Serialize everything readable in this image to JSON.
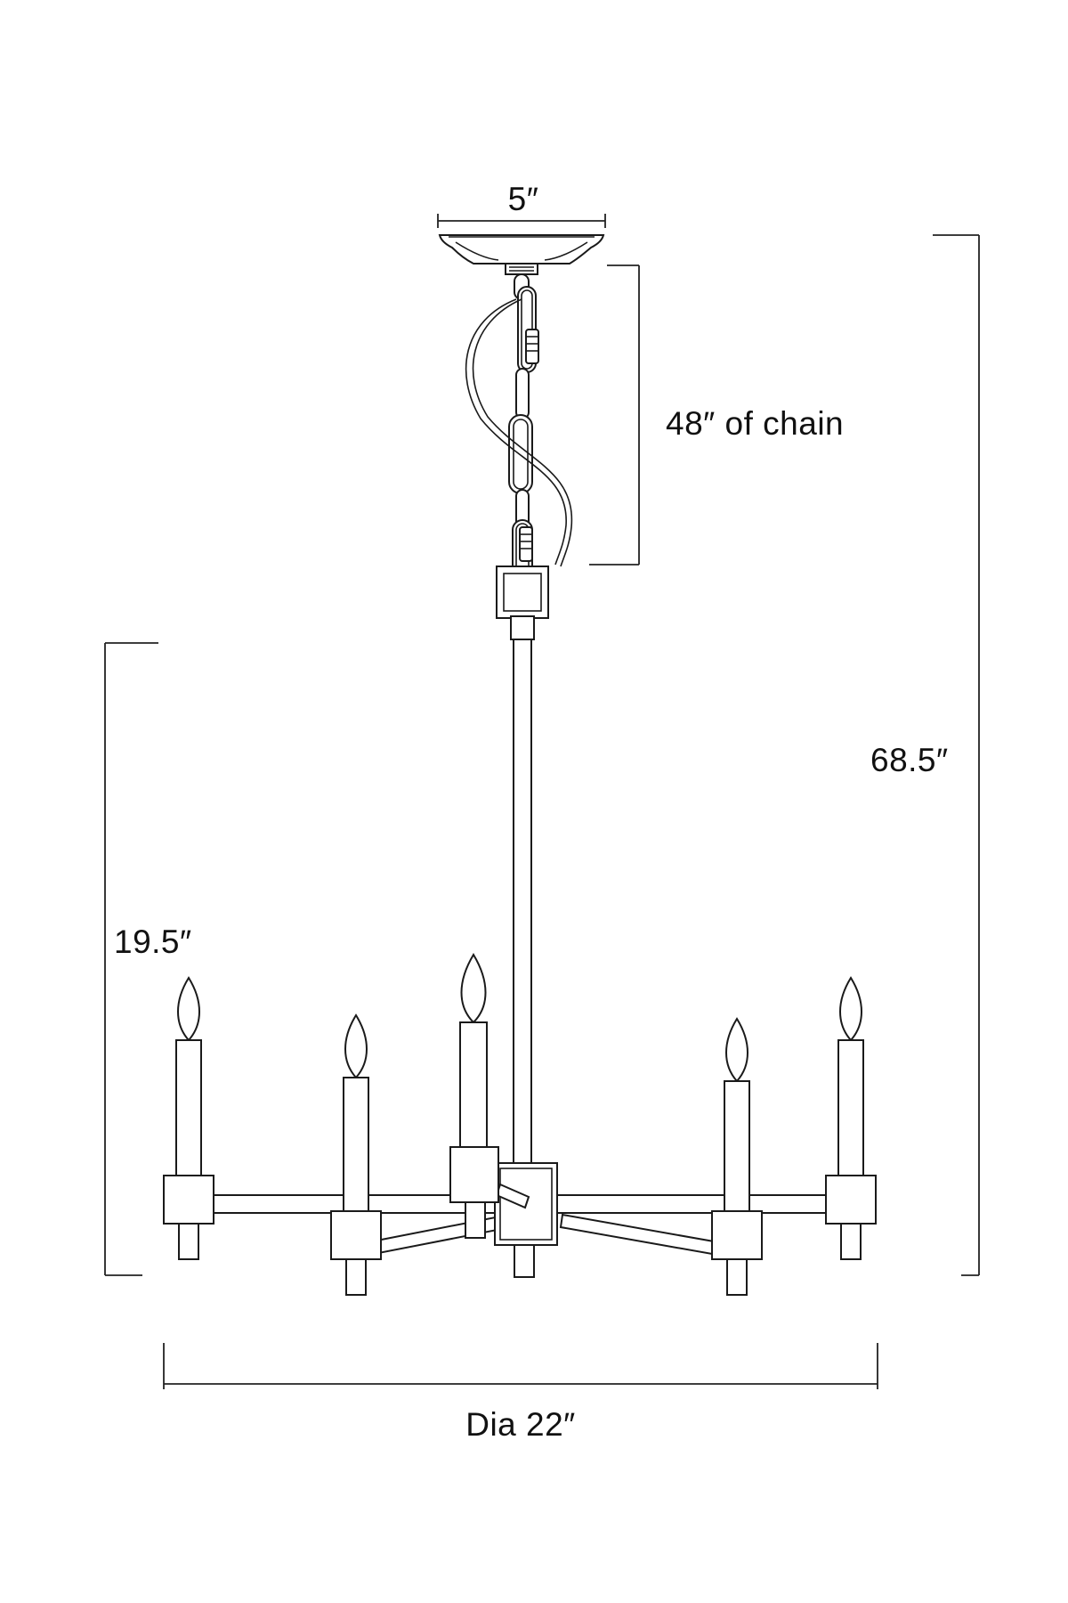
{
  "dimensions": {
    "canopy_width": "5″",
    "chain_length": "48″  of chain",
    "overall_height": "68.5″",
    "body_height": "19.5″",
    "diameter": "Dia 22″"
  },
  "colors": {
    "ink": "#1a1a1a",
    "background": "#ffffff"
  }
}
